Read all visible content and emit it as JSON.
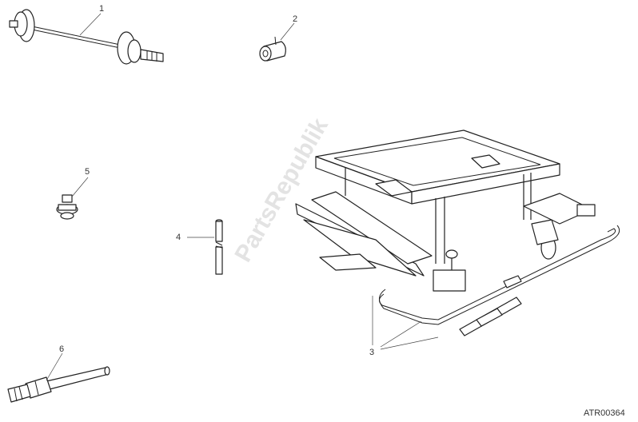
{
  "diagram": {
    "callouts": [
      "1",
      "2",
      "3",
      "4",
      "5",
      "6"
    ],
    "reference_code": "ATR00364",
    "watermark": "PartsRepublik"
  },
  "colors": {
    "line": "#222222",
    "text": "#333333",
    "watermark": "#e3e3e3",
    "background": "#ffffff"
  }
}
